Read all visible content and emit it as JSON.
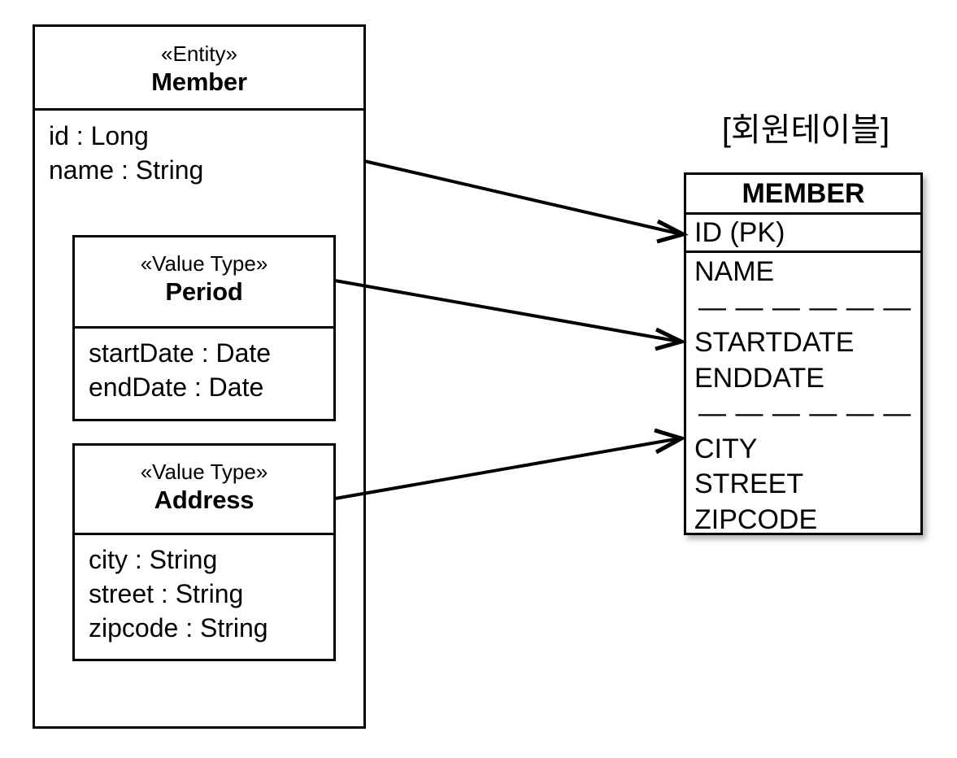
{
  "diagram": {
    "title_text": "[회원테이블]",
    "stroke_color": "#000000",
    "background_color": "#ffffff"
  },
  "entity": {
    "stereotype": "«Entity»",
    "name": "Member",
    "attributes": [
      "id : Long",
      "name : String"
    ]
  },
  "value_types": [
    {
      "stereotype": "«Value Type»",
      "name": "Period",
      "attributes": [
        "startDate : Date",
        "endDate : Date"
      ]
    },
    {
      "stereotype": "«Value Type»",
      "name": "Address",
      "attributes": [
        "city : String",
        "street : String",
        "zipcode : String"
      ]
    }
  ],
  "table": {
    "title": "[회원테이블]",
    "name": "MEMBER",
    "primary_key": "ID (PK)",
    "groups": [
      {
        "columns": [
          "NAME"
        ],
        "separator_after": "— — — — — —"
      },
      {
        "columns": [
          "STARTDATE",
          "ENDDATE"
        ],
        "separator_after": "— — — — — —"
      },
      {
        "columns": [
          "CITY",
          "STREET",
          "ZIPCODE"
        ],
        "separator_after": ""
      }
    ]
  },
  "mappings": [
    {
      "from": "Member",
      "to": "ID (PK)"
    },
    {
      "from": "Period",
      "to": "STARTDATE"
    },
    {
      "from": "Address",
      "to": "CITY"
    }
  ]
}
